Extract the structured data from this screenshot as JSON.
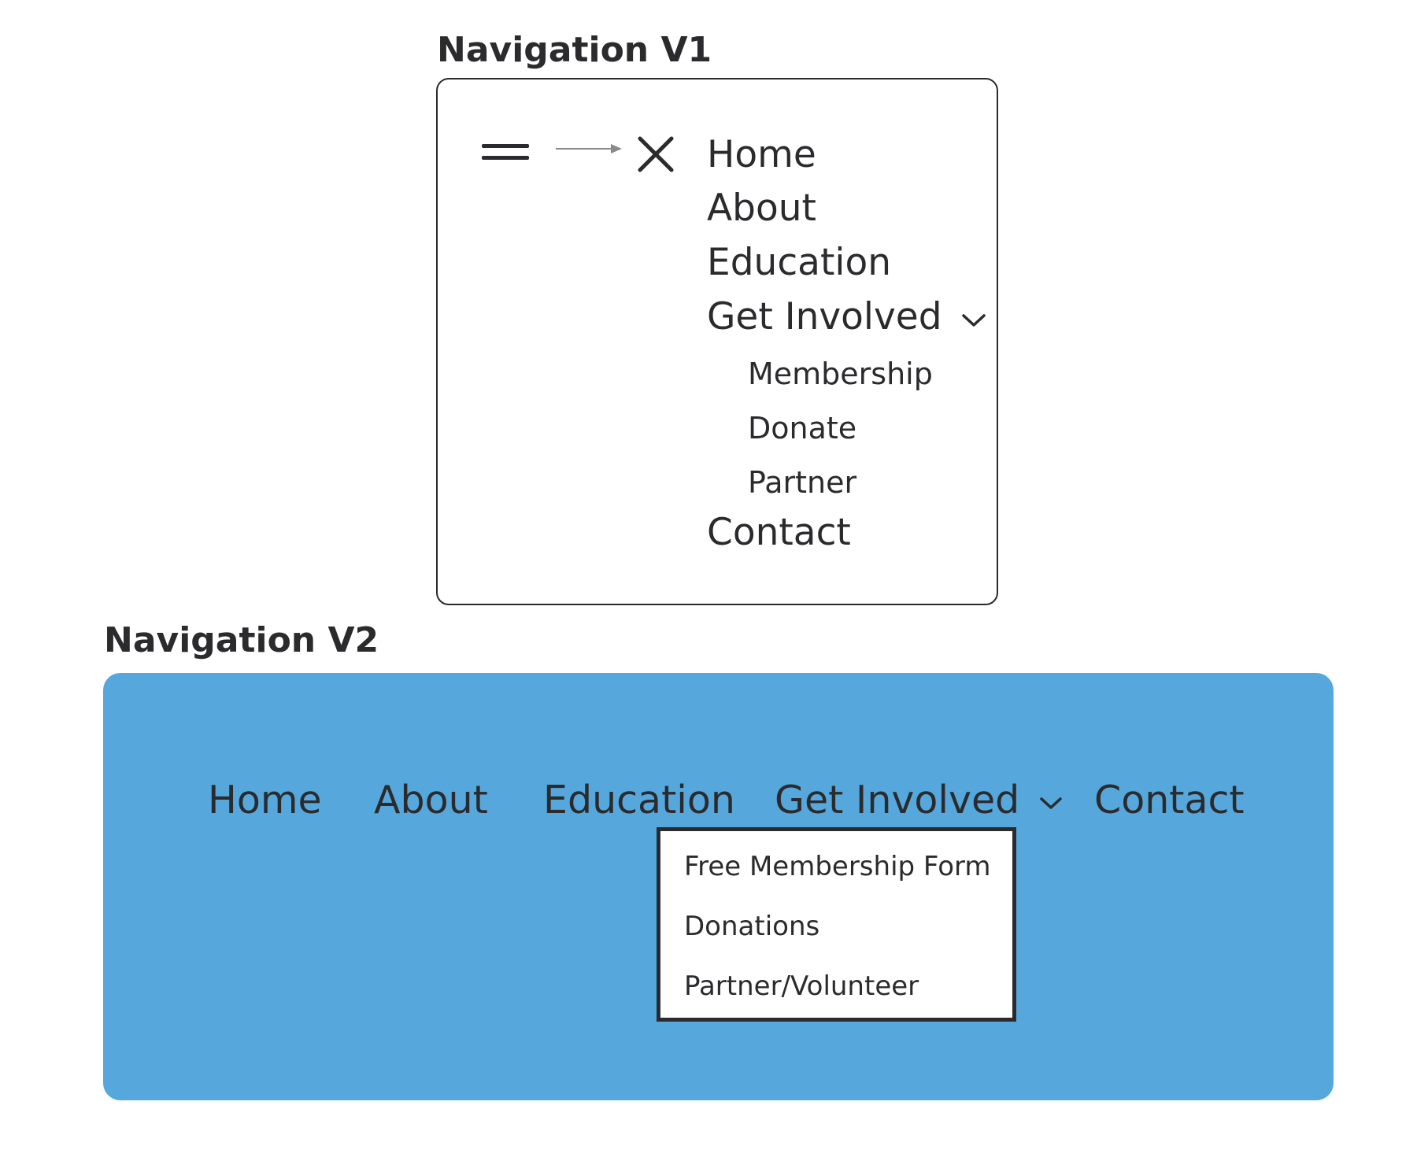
{
  "v1": {
    "title": "Navigation V1",
    "icons": {
      "menu": "hamburger-icon",
      "transition": "arrow-right-icon",
      "close": "close-icon"
    },
    "menu": {
      "home": "Home",
      "about": "About",
      "education": "Education",
      "get_involved": "Get Involved",
      "submenu": [
        "Membership",
        "Donate",
        "Partner"
      ],
      "contact": "Contact"
    }
  },
  "v2": {
    "title": "Navigation V2",
    "menu": {
      "home": "Home",
      "about": "About",
      "education": "Education",
      "get_involved": "Get Involved",
      "contact": "Contact"
    },
    "dropdown": [
      "Free Membership Form",
      "Donations",
      "Partner/Volunteer"
    ]
  },
  "colors": {
    "text": "#2b2b2e",
    "bar": "#56a8dc",
    "arrow": "#8a8a8a"
  }
}
